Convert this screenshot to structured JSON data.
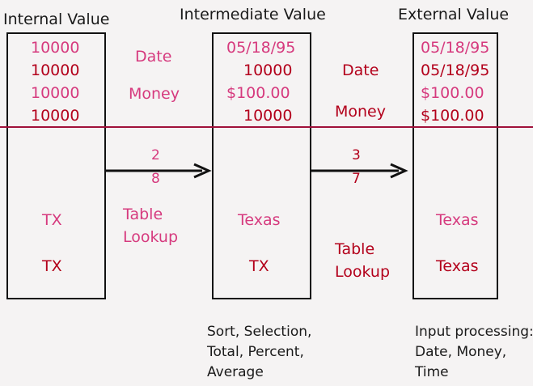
{
  "titles": {
    "internal": "Internal Value",
    "intermediate": "Intermediate Value",
    "external": "External Value"
  },
  "internal_values": [
    "10000",
    "10000",
    "10000",
    "10000"
  ],
  "internal_states": [
    "TX",
    "TX"
  ],
  "intermediate_values": [
    "05/18/95",
    "10000",
    "$100.00",
    "10000"
  ],
  "intermediate_states": [
    "Texas",
    "TX"
  ],
  "external_values": [
    "05/18/95",
    "05/18/95",
    "$100.00",
    "$100.00"
  ],
  "external_states": [
    "Texas",
    "Texas"
  ],
  "left_labels": {
    "date": "Date",
    "money": "Money",
    "table_line1": "Table",
    "table_line2": "Lookup",
    "arrow_top": "2",
    "arrow_bottom": "8"
  },
  "right_labels": {
    "date": "Date",
    "money": "Money",
    "table_line1": "Table",
    "table_line2": "Lookup",
    "arrow_top": "3",
    "arrow_bottom": "7"
  },
  "notes": {
    "intermediate": [
      "Sort, Selection,",
      "Total, Percent,",
      "Average"
    ],
    "external": [
      "Input processing:",
      "Date, Money,",
      "Time"
    ]
  },
  "colors": {
    "pink": "#d63a7e",
    "red": "#b3001b",
    "divider": "#a0103a"
  }
}
